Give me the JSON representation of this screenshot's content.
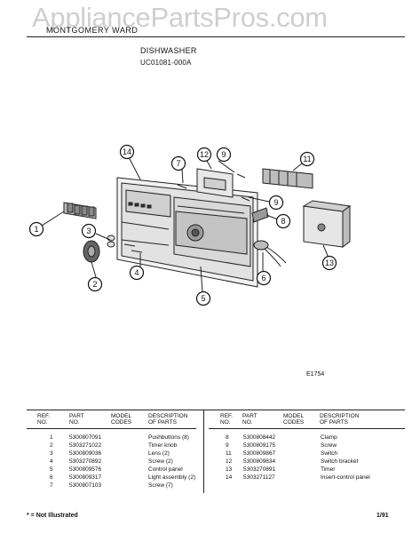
{
  "watermark": "AppliancePartsPros.com",
  "header": {
    "brand": "MONTGOMERY WARD",
    "product": "DISHWASHER",
    "model_code": "UC01081-000A"
  },
  "diagram": {
    "figure_ref": "E1754",
    "callouts": [
      "1",
      "2",
      "3",
      "4",
      "5",
      "6",
      "7",
      "8",
      "9",
      "9",
      "11",
      "12",
      "13",
      "14"
    ]
  },
  "parts_table": {
    "columns": [
      {
        "line1": "REF.",
        "line2": "NO."
      },
      {
        "line1": "PART",
        "line2": "NO."
      },
      {
        "line1": "MODEL",
        "line2": "CODES"
      },
      {
        "line1": "DESCRIPTION",
        "line2": "OF PARTS"
      }
    ],
    "left_rows": [
      {
        "ref": "1",
        "part": "5300807091",
        "desc": "Pushbuttons (8)"
      },
      {
        "ref": "2",
        "part": "5303271022",
        "desc": "Timer knob"
      },
      {
        "ref": "3",
        "part": "5300809036",
        "desc": "Lens (2)"
      },
      {
        "ref": "4",
        "part": "5303270892",
        "desc": "Screw (2)"
      },
      {
        "ref": "5",
        "part": "5300809576",
        "desc": "Control panel"
      },
      {
        "ref": "6",
        "part": "5300809317",
        "desc": "Light assembly (2)"
      },
      {
        "ref": "7",
        "part": "5300807103",
        "desc": "Screw (7)"
      }
    ],
    "right_rows": [
      {
        "ref": "8",
        "part": "5300808442",
        "desc": "Clamp"
      },
      {
        "ref": "9",
        "part": "5300809175",
        "desc": "Screw"
      },
      {
        "ref": "11",
        "part": "5300809867",
        "desc": "Switch"
      },
      {
        "ref": "12",
        "part": "5300809834",
        "desc": "Switch bracket"
      },
      {
        "ref": "13",
        "part": "5303270891",
        "desc": "Timer"
      },
      {
        "ref": "14",
        "part": "5303271127",
        "desc": "Insert-control panel"
      }
    ]
  },
  "footer": {
    "note": "* = Not Illustrated",
    "date": "1/91"
  }
}
